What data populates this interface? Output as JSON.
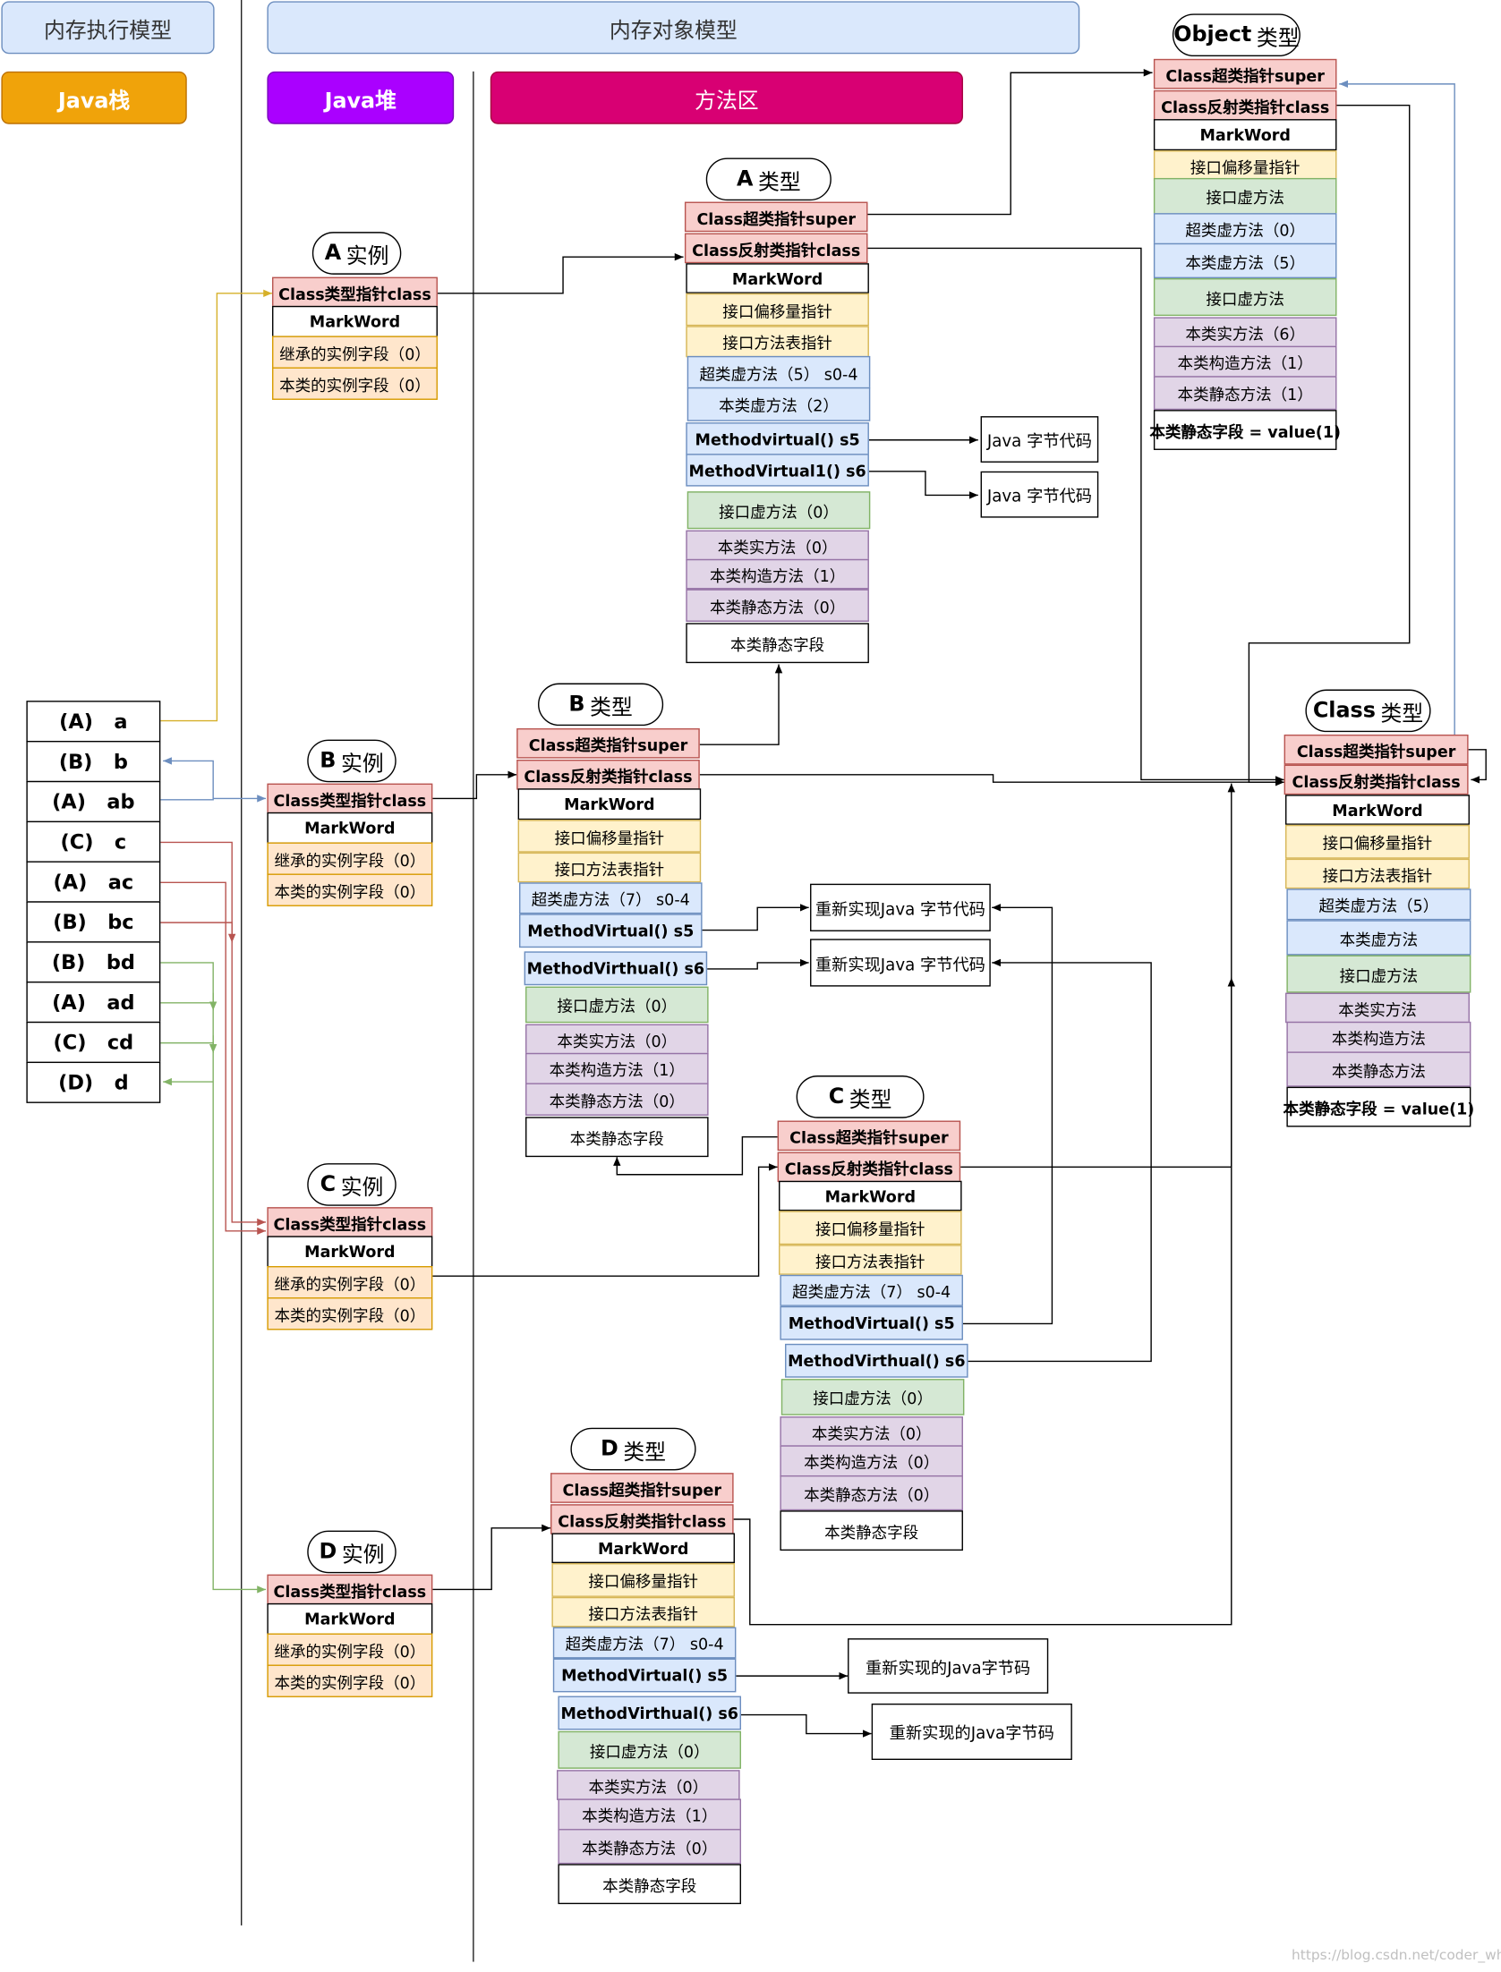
{
  "headers": {
    "exec_model": "内存执行模型",
    "object_model": "内存对象模型",
    "java_stack": "Java栈",
    "java_heap": "Java堆",
    "method_area": "方法区"
  },
  "colors": {
    "stack_band": "#f0a30a",
    "heap_band": "#aa00ff",
    "method_band": "#d80073",
    "header_fill": "#dae8fc",
    "line_a": "#d6b02a",
    "line_b": "#6c8ebf",
    "line_c": "#b85450",
    "line_d": "#82b366"
  },
  "stack": [
    "(A)   a",
    "(B)   b",
    "(A)   ab",
    "(C)   c",
    "(A)   ac",
    "(B)   bc",
    "(B)   bd",
    "(A)   ad",
    "(C)   cd",
    "(D)   d"
  ],
  "instances": {
    "a": {
      "title_b": "A",
      "title": "实例",
      "rows": [
        "Class类型指针class",
        "MarkWord",
        "继承的实例字段（0）",
        "本类的实例字段（0）"
      ]
    },
    "b": {
      "title_b": "B",
      "title": "实例",
      "rows": [
        "Class类型指针class",
        "MarkWord",
        "继承的实例字段（0）",
        "本类的实例字段（0）"
      ]
    },
    "c": {
      "title_b": "C",
      "title": "实例",
      "rows": [
        "Class类型指针class",
        "MarkWord",
        "继承的实例字段（0）",
        "本类的实例字段（0）"
      ]
    },
    "d": {
      "title_b": "D",
      "title": "实例",
      "rows": [
        "Class类型指针class",
        "MarkWord",
        "继承的实例字段（0）",
        "本类的实例字段（0）"
      ]
    }
  },
  "types": {
    "a": {
      "title_b": "A",
      "title": "类型",
      "rows": [
        "Class超类指针super",
        "Class反射类指针class",
        "MarkWord",
        "接口偏移量指针",
        "接口方法表指针",
        "超类虚方法（5） s0-4",
        "本类虚方法（2）",
        "Methodvirtual()  s5",
        "MethodVirtual1()  s6",
        "接口虚方法（0）",
        "本类实方法（0）",
        "本类构造方法（1）",
        "本类静态方法（0）",
        "本类静态字段"
      ]
    },
    "b": {
      "title_b": "B",
      "title": "类型",
      "rows": [
        "Class超类指针super",
        "Class反射类指针class",
        "MarkWord",
        "接口偏移量指针",
        "接口方法表指针",
        "超类虚方法（7） s0-4",
        "MethodVirtual() s5",
        "MethodVirthual() s6",
        "接口虚方法（0）",
        "本类实方法（0）",
        "本类构造方法（1）",
        "本类静态方法（0）",
        "本类静态字段"
      ]
    },
    "c": {
      "title_b": "C",
      "title": " 类型",
      "rows": [
        "Class超类指针super",
        "Class反射类指针class",
        "MarkWord",
        "接口偏移量指针",
        "接口方法表指针",
        "超类虚方法（7） s0-4",
        "MethodVirtual() s5",
        "MethodVirthual() s6",
        "接口虚方法（0）",
        "本类实方法（0）",
        "本类构造方法（0）",
        "本类静态方法（0）",
        "本类静态字段"
      ]
    },
    "d": {
      "title_b": "D",
      "title": " 类型",
      "rows": [
        "Class超类指针super",
        "Class反射类指针class",
        "MarkWord",
        "接口偏移量指针",
        "接口方法表指针",
        "超类虚方法（7） s0-4",
        "MethodVirtual() s5",
        "MethodVirthual() s6",
        "接口虚方法（0）",
        "本类实方法（0）",
        "本类构造方法（1）",
        "本类静态方法（0）",
        "本类静态字段"
      ]
    },
    "object": {
      "title_b": "Object",
      "title": "类型",
      "rows": [
        "Class超类指针super",
        "Class反射类指针class",
        "MarkWord",
        "接口偏移量指针",
        "接口虚方法",
        "超类虚方法（0）",
        "本类虚方法（5）",
        "接口虚方法",
        "本类实方法（6）",
        "本类构造方法（1）",
        "本类静态方法（1）",
        "本类静态字段 = value(1)"
      ]
    },
    "class": {
      "title_b": "Class",
      "title": "类型",
      "rows": [
        "Class超类指针super",
        "Class反射类指针class",
        "MarkWord",
        "接口偏移量指针",
        "接口方法表指针",
        "超类虚方法（5）",
        "本类虚方法",
        "接口虚方法",
        "本类实方法",
        "本类构造方法",
        "本类静态方法",
        "本类静态字段 = value(1)"
      ]
    }
  },
  "bytecode_boxes": {
    "a1": "Java 字节代码",
    "a2": "Java 字节代码",
    "b1": "重新实现Java 字节代码",
    "b2": "重新实现Java 字节代码",
    "d1": "重新实现的Java字节码",
    "d2": "重新实现的Java字节码"
  },
  "watermark": "https://blog.csdn.net/coder_what"
}
